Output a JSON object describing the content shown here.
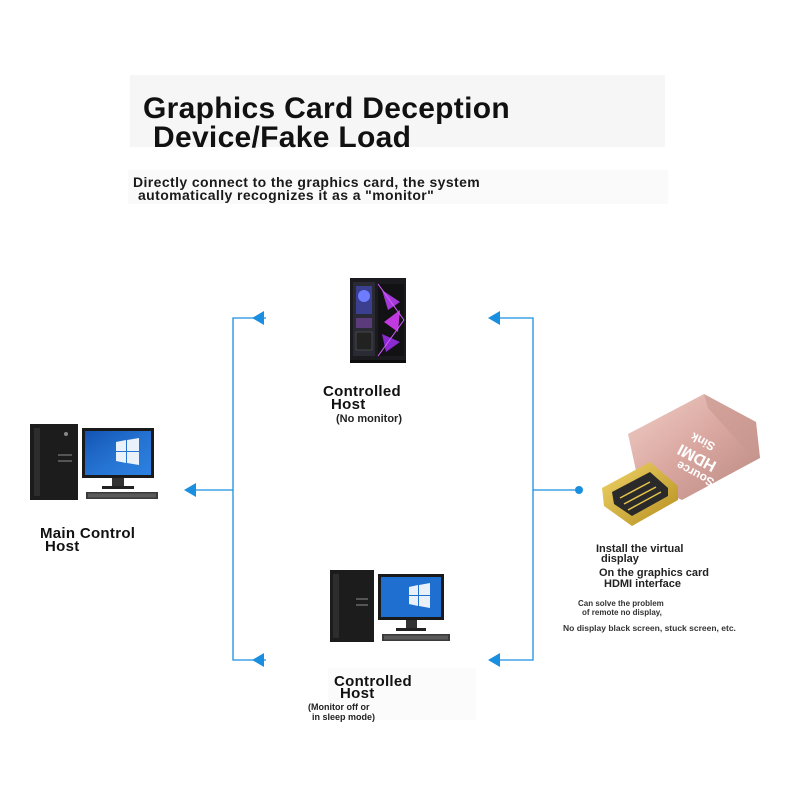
{
  "header": {
    "title_line1": "Graphics Card Deception",
    "title_line2": "Device/Fake Load",
    "subtitle_line1": "Directly connect to the graphics card, the system",
    "subtitle_line2": "automatically recognizes it as a \"monitor\""
  },
  "nodes": {
    "main_host": {
      "line1": "Main Control",
      "line2": "Host"
    },
    "controlled_top": {
      "line1": "Controlled",
      "line2": "Host",
      "note": "(No monitor)"
    },
    "controlled_bottom": {
      "line1": "Controlled",
      "line2": "Host",
      "note_line1": "(Monitor off or",
      "note_line2": "in sleep mode)"
    },
    "device": {
      "line1": "Install the virtual",
      "line2": "display",
      "line3": "On the graphics card",
      "line4": "HDMI interface",
      "small_line1": "Can solve the problem",
      "small_line2": "of remote no display,",
      "small_line3": "No display black screen, stuck screen, etc.",
      "plug_text1": "Source",
      "plug_text2": "HDMI",
      "plug_text3": "Sink"
    }
  },
  "colors": {
    "connector_blue": "#1a8fe0",
    "plug_body": "#d9a7a0",
    "plug_gold": "#d8b43a"
  }
}
